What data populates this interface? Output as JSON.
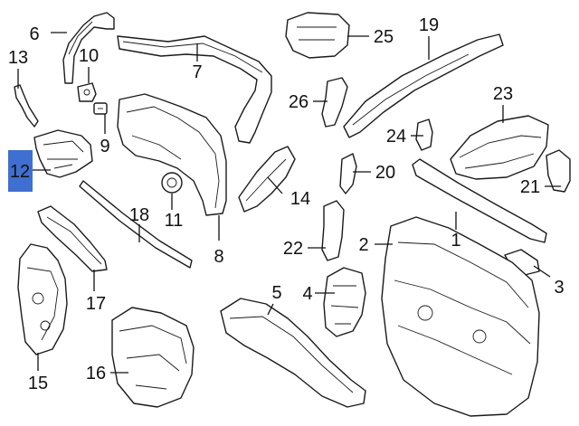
{
  "diagram": {
    "highlight_color": "#3f6fd0",
    "line_color": "#111111",
    "highlighted_callout": "12",
    "callouts": {
      "c1": "1",
      "c2": "2",
      "c3": "3",
      "c4": "4",
      "c5": "5",
      "c6": "6",
      "c7": "7",
      "c8": "8",
      "c9": "9",
      "c10": "10",
      "c11": "11",
      "c12": "12",
      "c13": "13",
      "c14": "14",
      "c15": "15",
      "c16": "16",
      "c17": "17",
      "c18": "18",
      "c19": "19",
      "c20": "20",
      "c21": "21",
      "c22": "22",
      "c23": "23",
      "c24": "24",
      "c25": "25",
      "c26": "26"
    }
  }
}
